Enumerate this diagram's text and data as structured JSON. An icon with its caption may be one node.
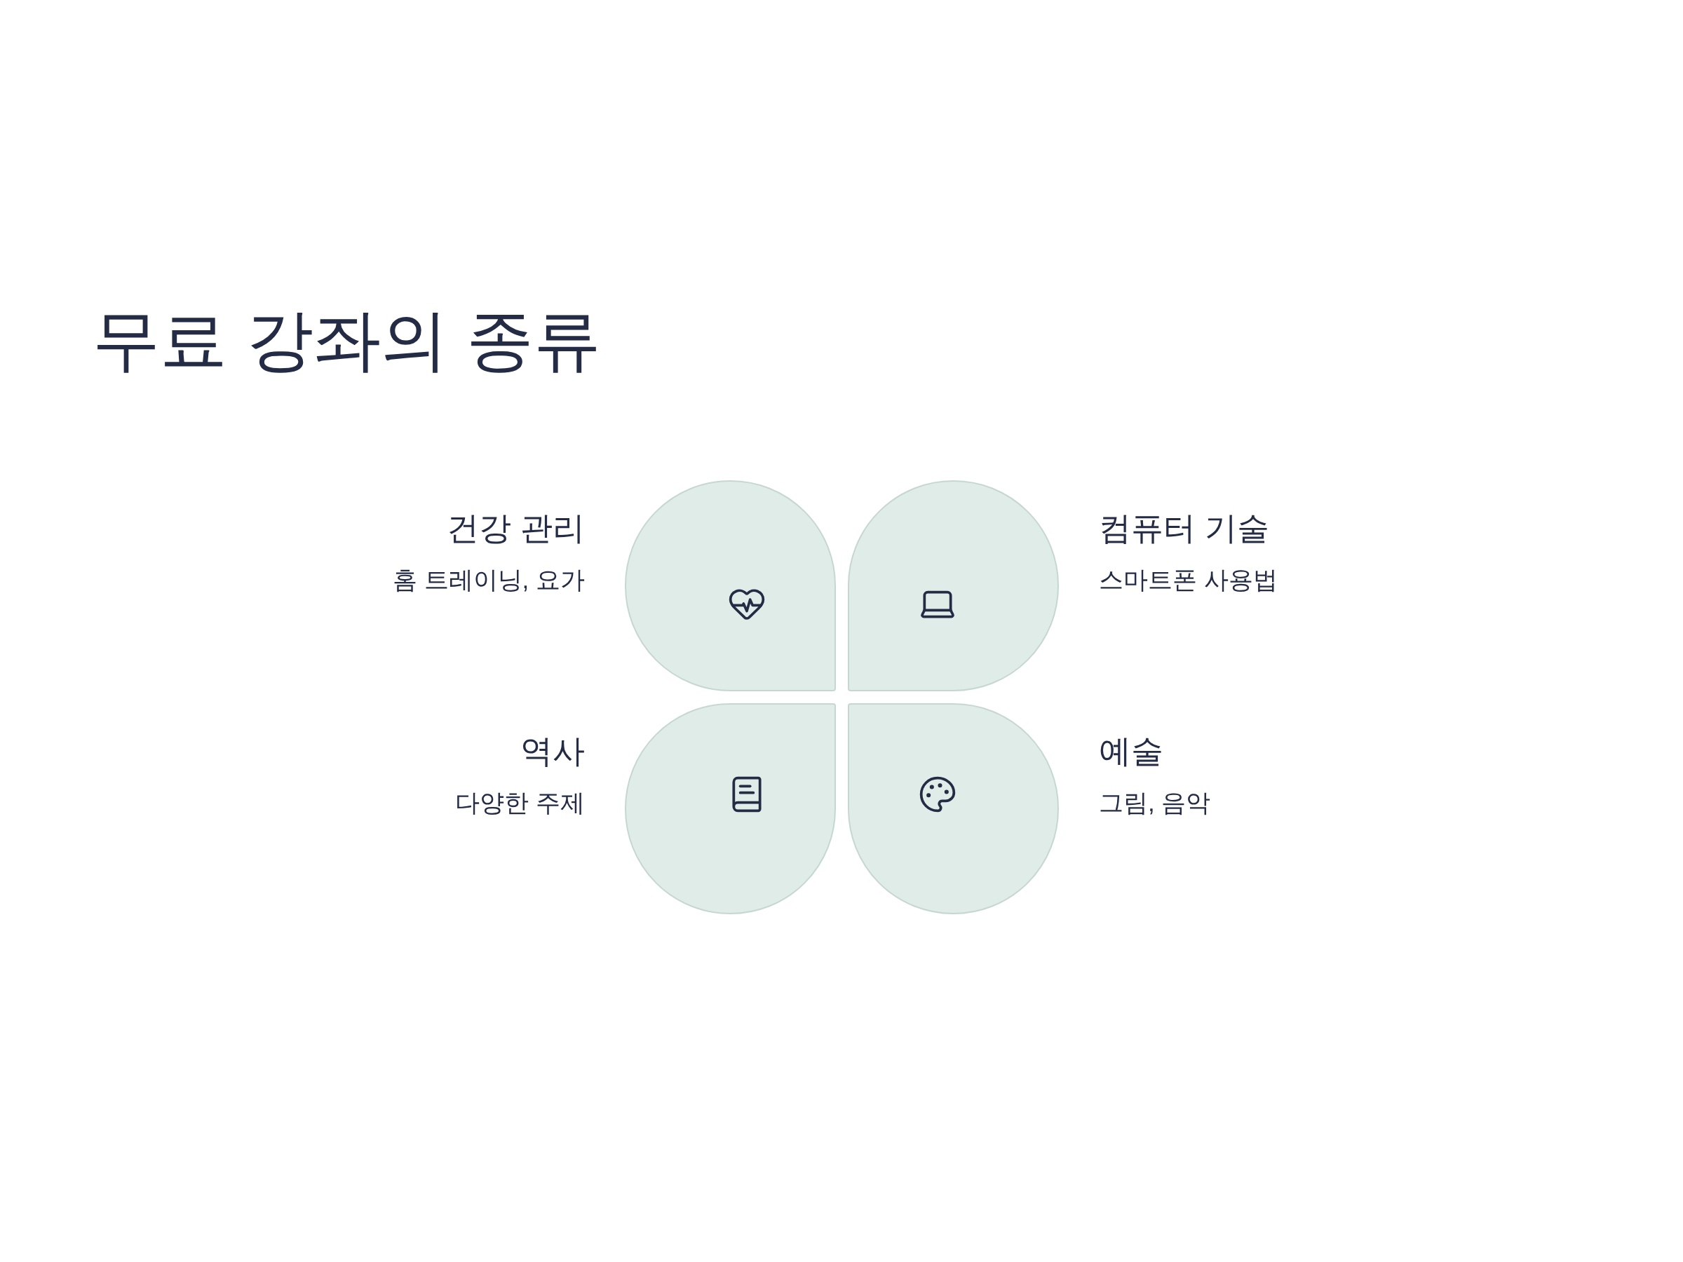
{
  "diagram": {
    "title": "무료 강좌의 종류",
    "nodes": [
      {
        "text": [
          "건강 관리",
          "홈 트레이닝, 요가"
        ]
      },
      {
        "text": [
          "컴퓨터 기술",
          "스마트폰 사용법"
        ]
      },
      {
        "text": [
          "역사",
          "다양한 주제"
        ]
      },
      {
        "text": [
          "예술",
          "그림, 음악"
        ]
      }
    ]
  }
}
